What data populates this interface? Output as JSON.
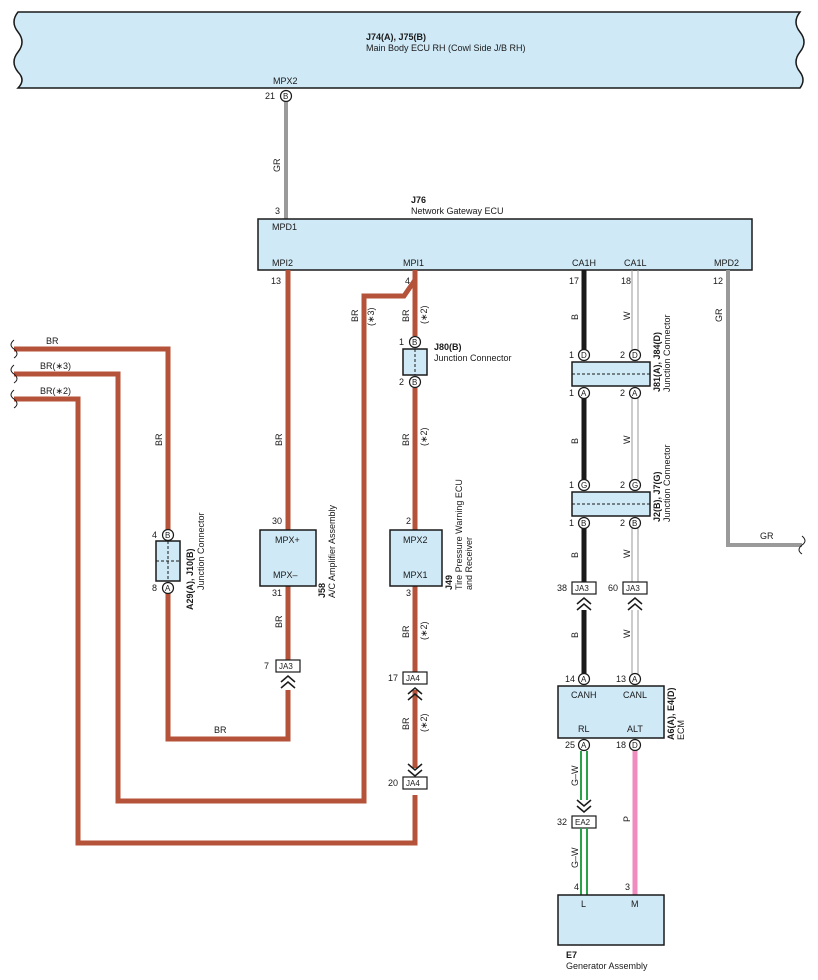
{
  "main_body_ecu": {
    "code": "J74(A), J75(B)",
    "name": "Main Body ECU RH (Cowl Side J/B RH)",
    "pin_label": "MPX2",
    "pin_num": "21",
    "pin_conn": "B"
  },
  "gateway": {
    "code": "J76",
    "name": "Network Gateway ECU",
    "pins": {
      "mpd1": "MPD1",
      "mpi2": "MPI2",
      "mpi1": "MPI1",
      "ca1h": "CA1H",
      "ca1l": "CA1L",
      "mpd2": "MPD2"
    },
    "nums": {
      "mpd1": "3",
      "mpi2": "13",
      "mpi1": "4",
      "ca1h": "17",
      "ca1l": "18",
      "mpd2": "12"
    }
  },
  "j80": {
    "code": "J80(B)",
    "name": "Junction Connector",
    "top_num": "1",
    "bot_num": "2",
    "conn": "B"
  },
  "j81": {
    "code": "J81(A), J84(D)",
    "name": "Junction Connector",
    "top1": "1",
    "top2": "2",
    "topc": "D",
    "bot1": "1",
    "bot2": "2",
    "botc": "A"
  },
  "j2": {
    "code": "J2(B), J7(G)",
    "name": "Junction Connector",
    "top1": "1",
    "top2": "2",
    "topc": "G",
    "bot1": "1",
    "bot2": "2",
    "botc": "B"
  },
  "a29": {
    "code": "A29(A), J10(B)",
    "name": "Junction Connector",
    "top_num": "4",
    "top_conn": "B",
    "bot_num": "8",
    "bot_conn": "A"
  },
  "j58": {
    "code": "J58",
    "name": "A/C Amplifier Assembly",
    "pin_top": "MPX+",
    "pin_bot": "MPX–",
    "num_top": "30",
    "num_bot": "31"
  },
  "j49": {
    "code": "J49",
    "name1": "Tire Pressure Warning ECU",
    "name2": "and Receiver",
    "pin_top": "MPX2",
    "pin_bot": "MPX1",
    "num_top": "2",
    "num_bot": "3"
  },
  "ecm": {
    "code": "A6(A), E4(D)",
    "name": "ECM",
    "canh": "CANH",
    "canl": "CANL",
    "rl": "RL",
    "alt": "ALT",
    "num_canh": "14",
    "conn_canh": "A",
    "num_canl": "13",
    "conn_canl": "A",
    "num_rl": "25",
    "conn_rl": "A",
    "num_alt": "18",
    "conn_alt": "D"
  },
  "e7": {
    "code": "E7",
    "name": "Generator Assembly",
    "pin_l": "L",
    "pin_m": "M",
    "num_l": "4",
    "num_m": "3"
  },
  "inline": {
    "ja3_a": "JA3",
    "ja3_a_num": "7",
    "ja4_a": "JA4",
    "ja4_a_num": "17",
    "ja4_b": "JA4",
    "ja4_b_num": "20",
    "ja3_b": "JA3",
    "ja3_b_num": "38",
    "ja3_c": "JA3",
    "ja3_c_num": "60",
    "ea2": "EA2",
    "ea2_num": "32"
  },
  "wires": {
    "br": "BR",
    "br3": "BR(∗3)",
    "br2": "BR(∗2)",
    "gr": "GR",
    "b": "B",
    "w": "W",
    "gw": "G–W",
    "p": "P",
    "s2": "(∗2)",
    "s3": "(∗3)"
  },
  "colors": {
    "br": "#b5533a",
    "gr": "#9a9a9a",
    "b": "#1a1a1a",
    "gw": "#2aa14a",
    "p": "#f08bc0",
    "component": "#cfe9f6"
  }
}
